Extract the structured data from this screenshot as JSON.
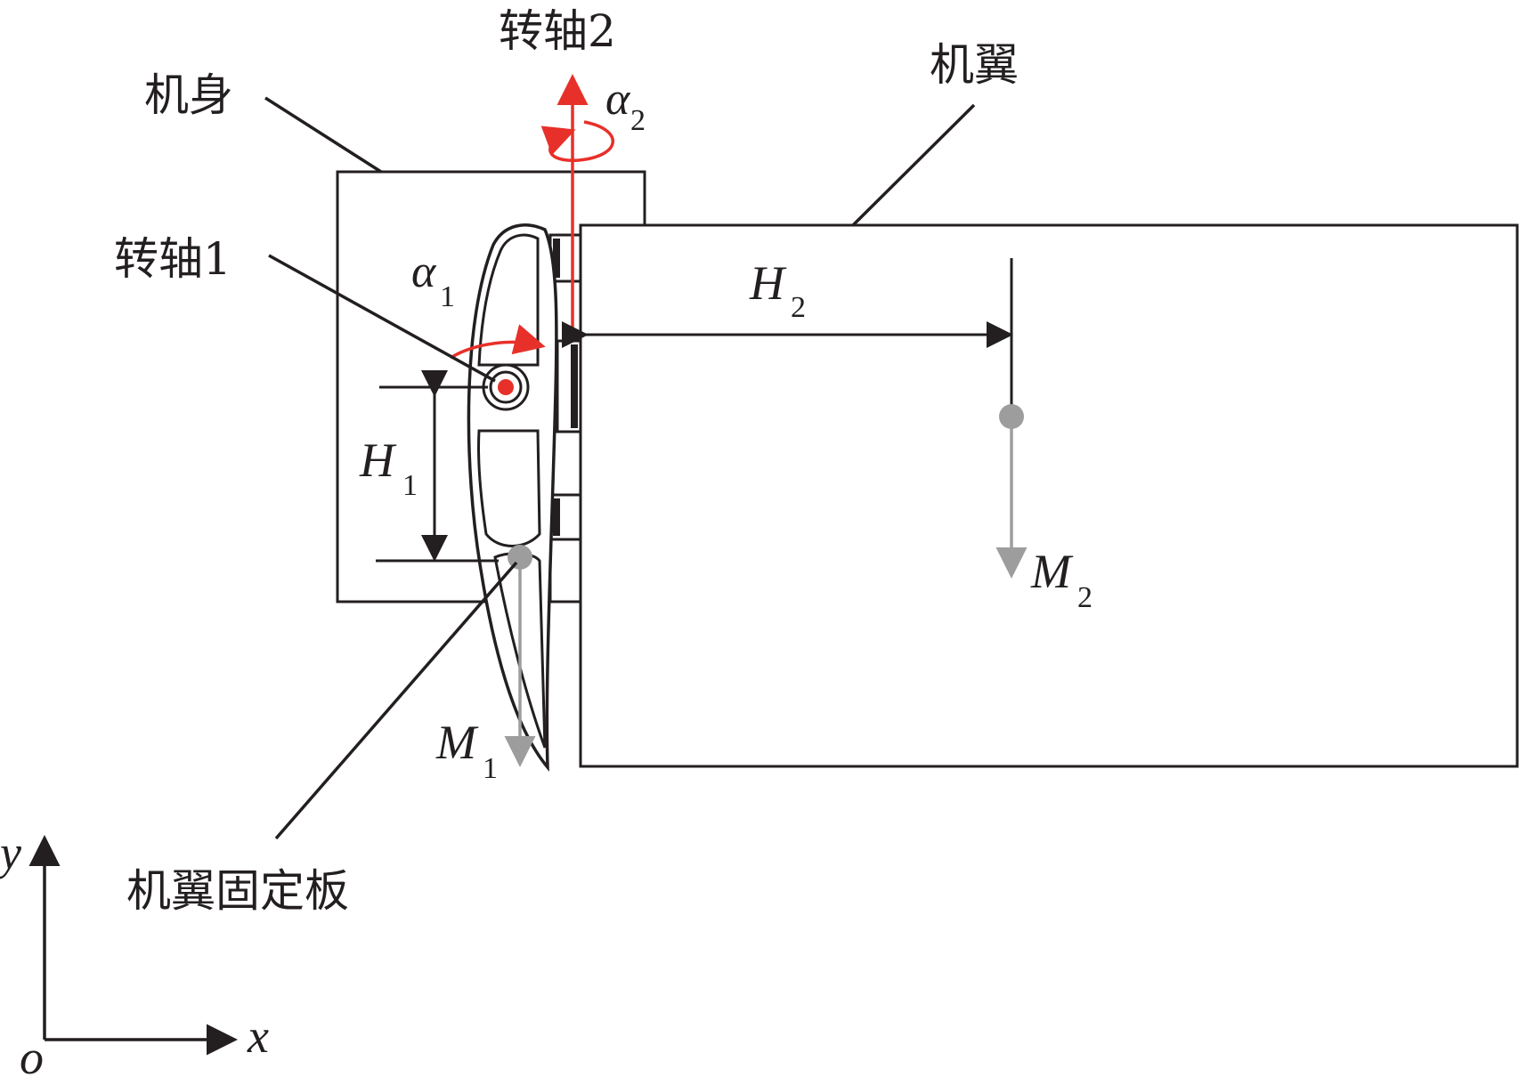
{
  "labels": {
    "fuselage": "机身",
    "wing": "机翼",
    "axis1": "转轴1",
    "axis2": "转轴2",
    "wing_plate": "机翼固定板"
  },
  "symbols": {
    "alpha1": "α",
    "alpha1_sub": "1",
    "alpha2": "α",
    "alpha2_sub": "2",
    "h1": "H",
    "h1_sub": "1",
    "h2": "H",
    "h2_sub": "2",
    "m1": "M",
    "m1_sub": "1",
    "m2": "M",
    "m2_sub": "2"
  },
  "axes": {
    "x": "x",
    "y": "y",
    "origin": "o"
  },
  "colors": {
    "line": "#231f20",
    "rotation": "#e8302a",
    "mass": "#9d9d9d"
  }
}
